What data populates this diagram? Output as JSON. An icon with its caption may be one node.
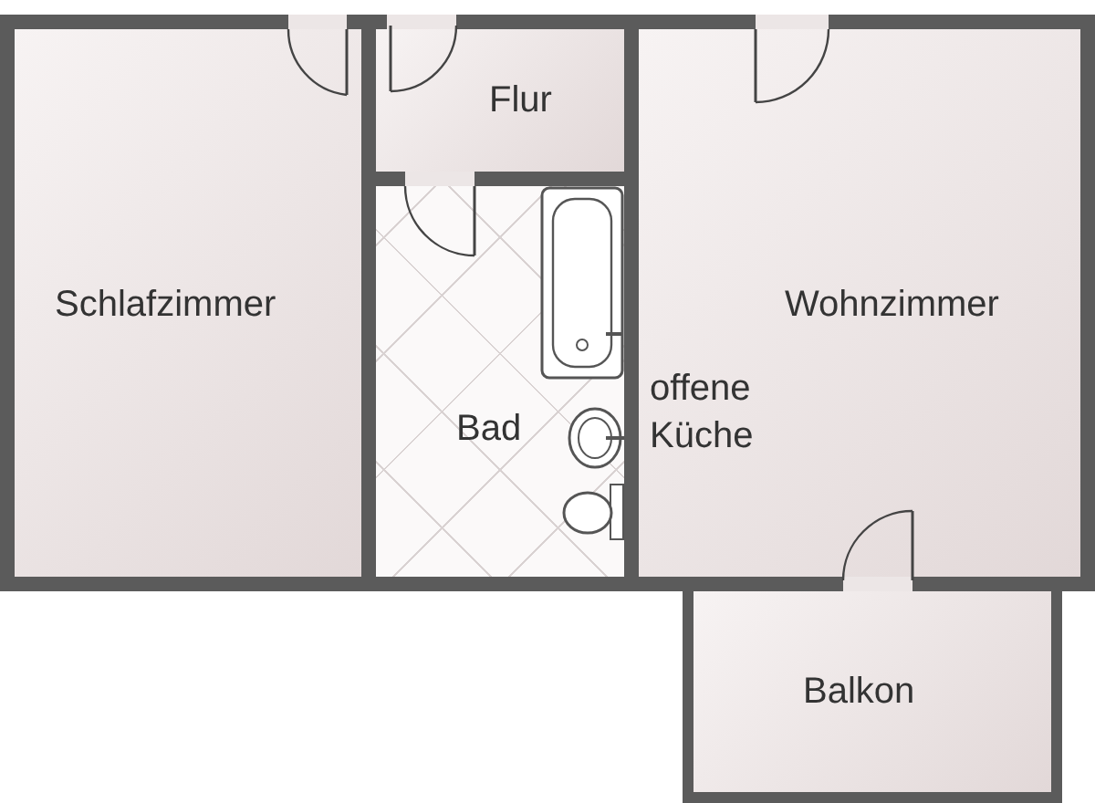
{
  "diagram": {
    "nodes": [
      {
        "text": [
          "Flur"
        ]
      },
      {
        "text": [
          "Schlafzimmer"
        ]
      },
      {
        "text": [
          "Bad"
        ]
      },
      {
        "text": [
          "Wohnzimmer",
          "offene Küche"
        ]
      },
      {
        "text": [
          "Balkon"
        ]
      }
    ]
  }
}
